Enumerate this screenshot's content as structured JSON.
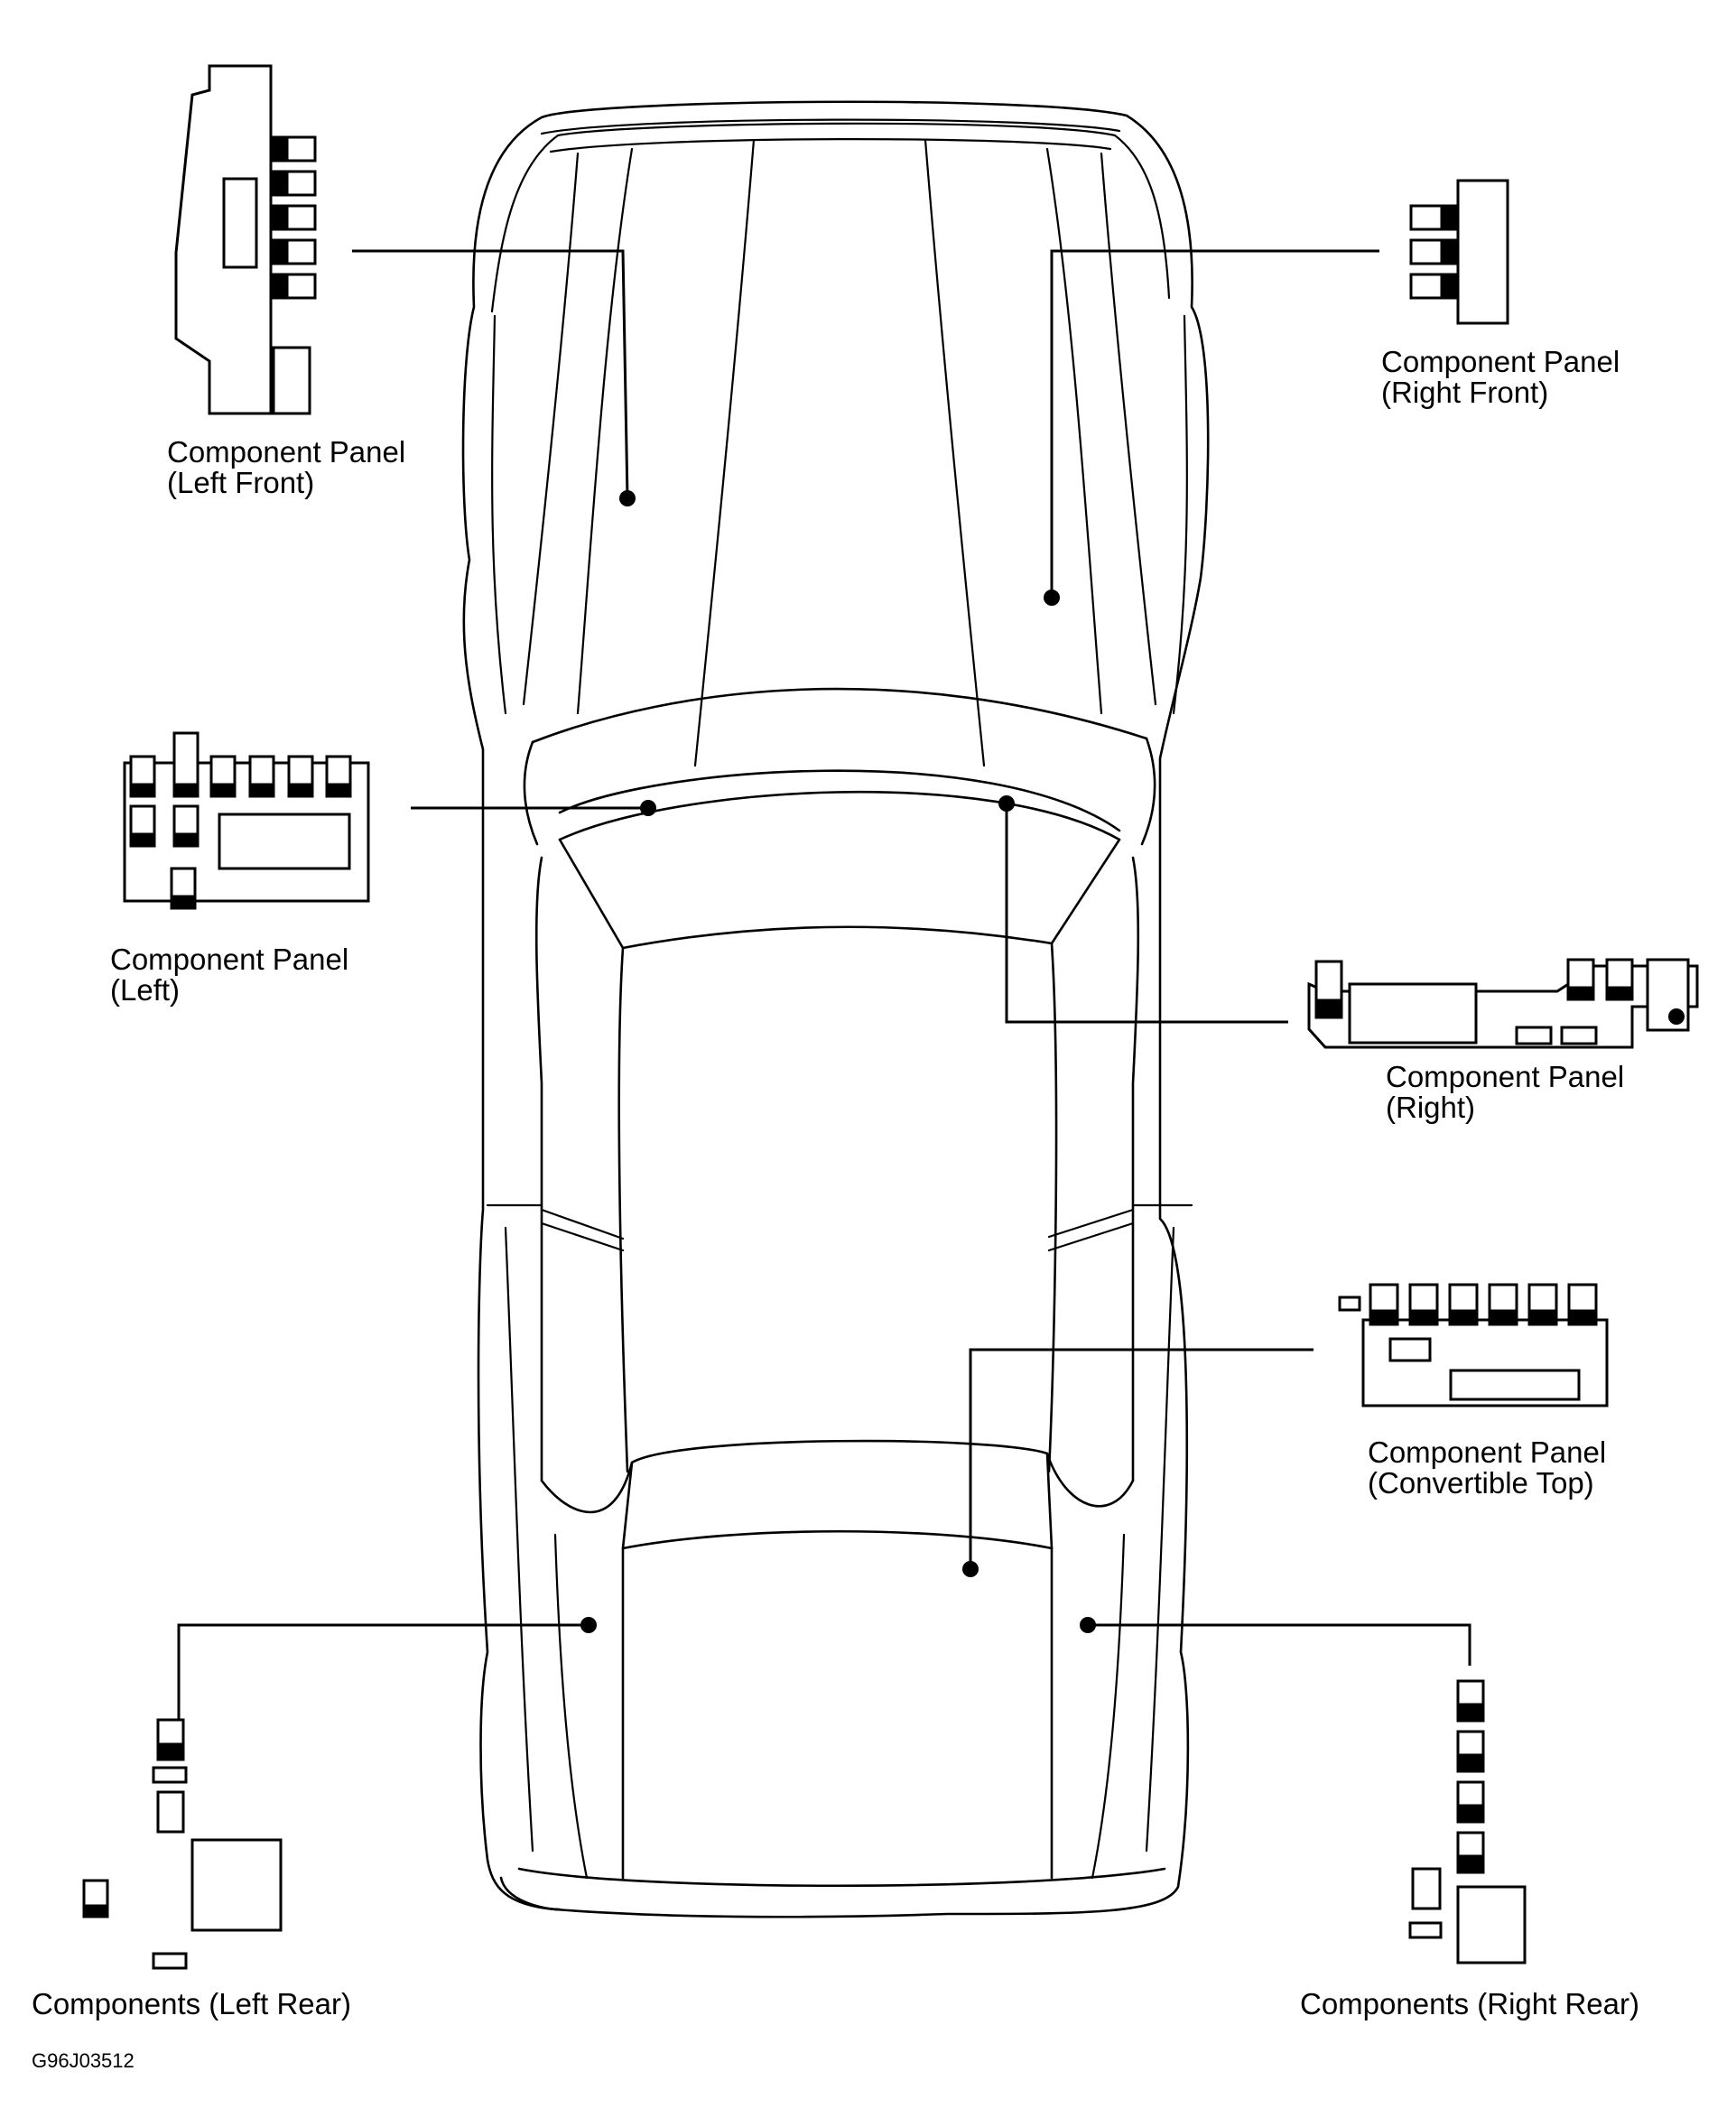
{
  "labels": {
    "left_front": {
      "line1": "Component Panel",
      "line2": "(Left Front)"
    },
    "right_front": {
      "line1": "Component Panel",
      "line2": "(Right Front)"
    },
    "left": {
      "line1": "Component Panel",
      "line2": "(Left)"
    },
    "right": {
      "line1": "Component Panel",
      "line2": "(Right)"
    },
    "convertible_top": {
      "line1": "Component Panel",
      "line2": "(Convertible Top)"
    },
    "left_rear": "Components (Left Rear)",
    "right_rear": "Components (Right Rear)"
  },
  "figure_code": "G96J03512"
}
